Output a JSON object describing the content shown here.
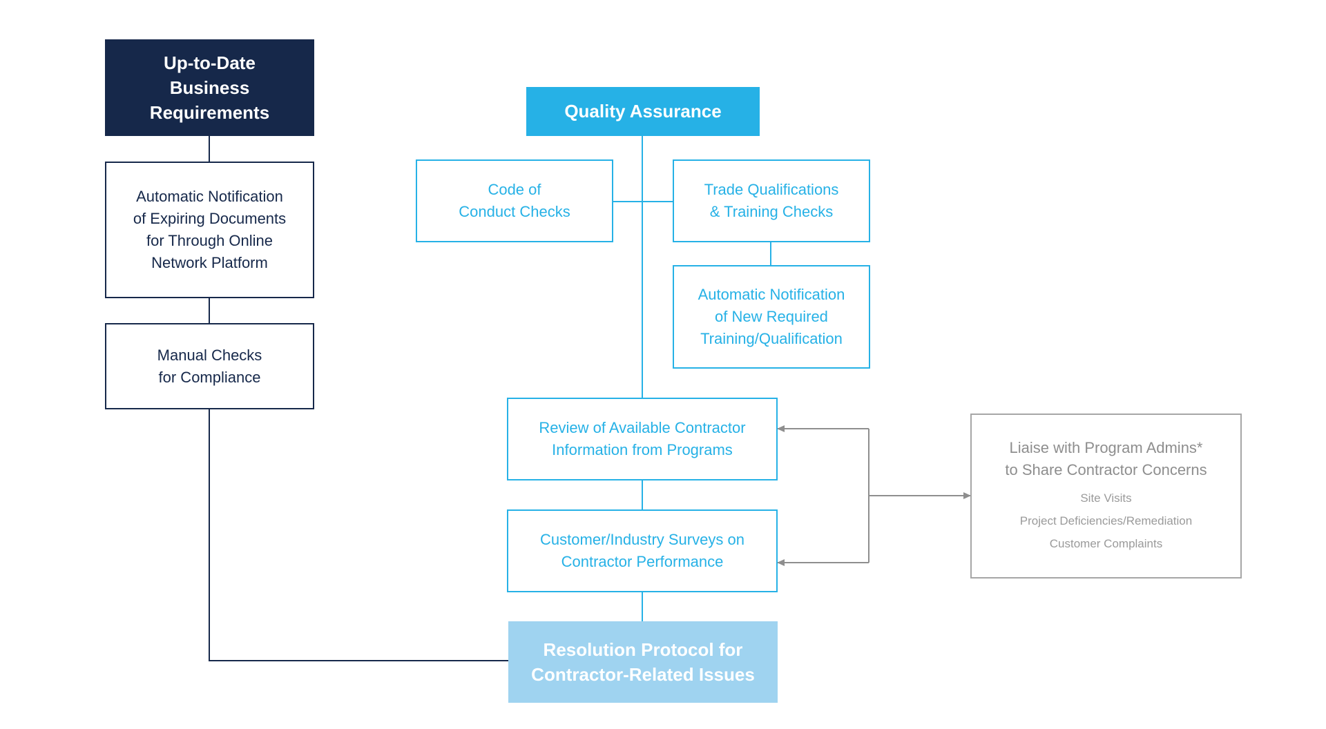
{
  "left_column": {
    "requirements": {
      "lines": [
        "Up-to-Date",
        "Business",
        "Requirements"
      ]
    },
    "auto_notification": {
      "lines": [
        "Automatic Notification",
        "of Expiring Documents",
        "for Through Online",
        "Network Platform"
      ]
    },
    "manual_checks": {
      "lines": [
        "Manual Checks",
        "for Compliance"
      ]
    }
  },
  "quality_assurance": {
    "title": "Quality Assurance"
  },
  "code_of_conduct": {
    "lines": [
      "Code of",
      "Conduct Checks"
    ]
  },
  "trade_qualifications": {
    "lines": [
      "Trade Qualifications",
      "& Training Checks"
    ]
  },
  "new_training_notification": {
    "lines": [
      "Automatic Notification",
      "of New Required",
      "Training/Qualification"
    ]
  },
  "review_contractor": {
    "lines": [
      "Review of Available Contractor",
      "Information from Programs"
    ]
  },
  "surveys": {
    "lines": [
      "Customer/Industry Surveys on",
      "Contractor Performance"
    ]
  },
  "resolution": {
    "lines": [
      "Resolution Protocol for",
      "Contractor-Related Issues"
    ]
  },
  "liaise": {
    "lines": [
      "Liaise with Program Admins*",
      "to Share Contractor Concerns"
    ],
    "items": [
      "Site Visits",
      "Project Deficiencies/Remediation",
      "Customer Complaints"
    ]
  },
  "colors": {
    "navy": "#16284a",
    "blue": "#26b1e6",
    "light_blue": "#9fd3f0",
    "gray": "#a6a6a6"
  }
}
